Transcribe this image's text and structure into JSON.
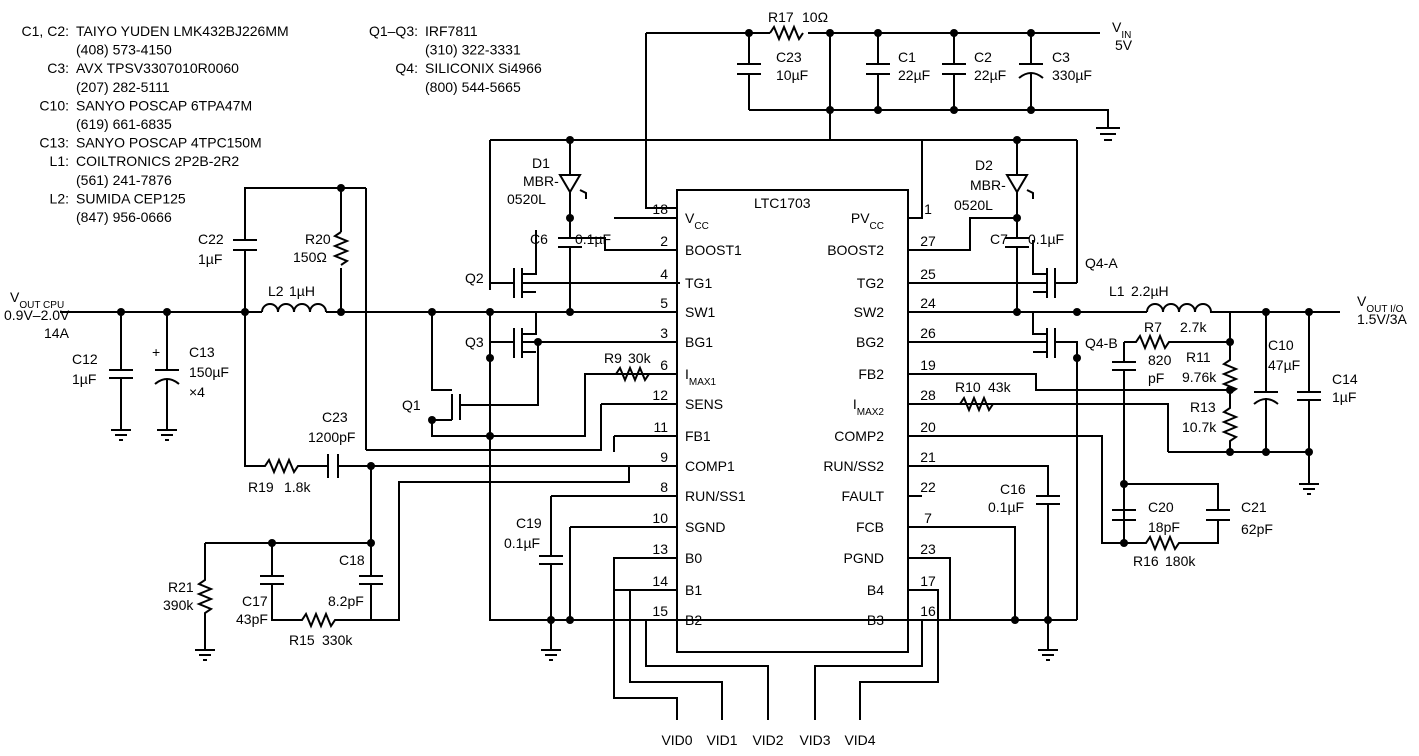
{
  "notes": {
    "left": [
      [
        "C1, C2:",
        "TAIYO YUDEN LMK432BJ226MM"
      ],
      [
        "",
        "(408) 573-4150"
      ],
      [
        "C3:",
        "AVX TPSV3307010R0060"
      ],
      [
        "",
        "(207) 282-5111"
      ],
      [
        "C10:",
        "SANYO POSCAP 6TPA47M"
      ],
      [
        "",
        "(619) 661-6835"
      ],
      [
        "C13:",
        "SANYO POSCAP 4TPC150M"
      ],
      [
        "L1:",
        "COILTRONICS 2P2B-2R2"
      ],
      [
        "",
        "(561) 241-7876"
      ],
      [
        "L2:",
        "SUMIDA CEP125"
      ],
      [
        "",
        "(847) 956-0666"
      ]
    ],
    "mid": [
      [
        "Q1–Q3:",
        "IRF7811"
      ],
      [
        "",
        "(310) 322-3331"
      ],
      [
        "Q4:",
        "SILICONIX Si4966"
      ],
      [
        "",
        "(800) 544-5665"
      ]
    ]
  },
  "ic": {
    "name": "LTC1703",
    "left_pins": [
      {
        "num": "18",
        "label": "V",
        "sub": "CC"
      },
      {
        "num": "2",
        "label": "BOOST1"
      },
      {
        "num": "4",
        "label": "TG1"
      },
      {
        "num": "5",
        "label": "SW1"
      },
      {
        "num": "3",
        "label": "BG1"
      },
      {
        "num": "6",
        "label": "I",
        "sub": "MAX1"
      },
      {
        "num": "12",
        "label": "SENS"
      },
      {
        "num": "11",
        "label": "FB1"
      },
      {
        "num": "9",
        "label": "COMP1"
      },
      {
        "num": "8",
        "label": "RUN/SS1"
      },
      {
        "num": "10",
        "label": "SGND"
      },
      {
        "num": "13",
        "label": "B0"
      },
      {
        "num": "14",
        "label": "B1"
      },
      {
        "num": "15",
        "label": "B2"
      }
    ],
    "right_pins": [
      {
        "num": "1",
        "label": "PV",
        "sub": "CC"
      },
      {
        "num": "27",
        "label": "BOOST2"
      },
      {
        "num": "25",
        "label": "TG2"
      },
      {
        "num": "24",
        "label": "SW2"
      },
      {
        "num": "26",
        "label": "BG2"
      },
      {
        "num": "19",
        "label": "FB2"
      },
      {
        "num": "28",
        "label": "I",
        "sub": "MAX2"
      },
      {
        "num": "20",
        "label": "COMP2"
      },
      {
        "num": "21",
        "label": "RUN/SS2"
      },
      {
        "num": "22",
        "label": "FAULT"
      },
      {
        "num": "7",
        "label": "FCB"
      },
      {
        "num": "23",
        "label": "PGND"
      },
      {
        "num": "17",
        "label": "B4"
      },
      {
        "num": "16",
        "label": "B3"
      }
    ]
  },
  "components": {
    "r17": {
      "name": "R17",
      "value": "10Ω"
    },
    "c23top": {
      "name": "C23",
      "value": "10µF"
    },
    "c1": {
      "name": "C1",
      "value": "22µF"
    },
    "c2": {
      "name": "C2",
      "value": "22µF"
    },
    "c3": {
      "name": "C3",
      "value": "330µF"
    },
    "d1": {
      "name": "D1",
      "part1": "MBR-",
      "part2": "0520L"
    },
    "d2": {
      "name": "D2",
      "part1": "MBR-",
      "part2": "0520L"
    },
    "c6": {
      "name": "C6",
      "value": "0.1µF"
    },
    "c7": {
      "name": "C7",
      "value": "0.1µF"
    },
    "c22": {
      "name": "C22",
      "value": "1µF"
    },
    "r20": {
      "name": "R20",
      "value": "150Ω"
    },
    "l2": {
      "name": "L2",
      "value": "1µH"
    },
    "l1": {
      "name": "L1",
      "value": "2.2µH"
    },
    "c12": {
      "name": "C12",
      "value": "1µF"
    },
    "c13": {
      "name": "C13",
      "value": "150µF",
      "extra": "×4"
    },
    "q1": {
      "name": "Q1"
    },
    "q2": {
      "name": "Q2"
    },
    "q3": {
      "name": "Q3"
    },
    "q4a": {
      "name": "Q4-A"
    },
    "q4b": {
      "name": "Q4-B"
    },
    "r9": {
      "name": "R9",
      "value": "30k"
    },
    "c23comp": {
      "name": "C23",
      "value": "1200pF"
    },
    "r19": {
      "name": "R19",
      "value": "1.8k"
    },
    "c19": {
      "name": "C19",
      "value": "0.1µF"
    },
    "r21": {
      "name": "R21",
      "value": "390k"
    },
    "c17": {
      "name": "C17",
      "value": "43pF"
    },
    "c18": {
      "name": "C18",
      "value": "8.2pF"
    },
    "r15": {
      "name": "R15",
      "value": "330k"
    },
    "r7": {
      "name": "R7",
      "value": "2.7k"
    },
    "c820": {
      "value1": "820",
      "value2": "pF"
    },
    "r11": {
      "name": "R11",
      "value": "9.76k"
    },
    "r13": {
      "name": "R13",
      "value": "10.7k"
    },
    "c10": {
      "name": "C10",
      "value": "47µF"
    },
    "c14": {
      "name": "C14",
      "value": "1µF"
    },
    "r10": {
      "name": "R10",
      "value": "43k"
    },
    "c16": {
      "name": "C16",
      "value": "0.1µF"
    },
    "c20": {
      "name": "C20",
      "value": "18pF"
    },
    "c21": {
      "name": "C21",
      "value": "62pF"
    },
    "r16": {
      "name": "R16",
      "value": "180k"
    }
  },
  "rails": {
    "vin": {
      "label": "V",
      "sub": "IN",
      "value": "5V"
    },
    "vout_cpu": {
      "label": "V",
      "sub": "OUT CPU",
      "range": "0.9V–2.0V",
      "current": "14A"
    },
    "vout_io": {
      "label": "V",
      "sub": "OUT I/O",
      "rating": "1.5V/3A"
    }
  },
  "vid": [
    "VID0",
    "VID1",
    "VID2",
    "VID3",
    "VID4"
  ]
}
